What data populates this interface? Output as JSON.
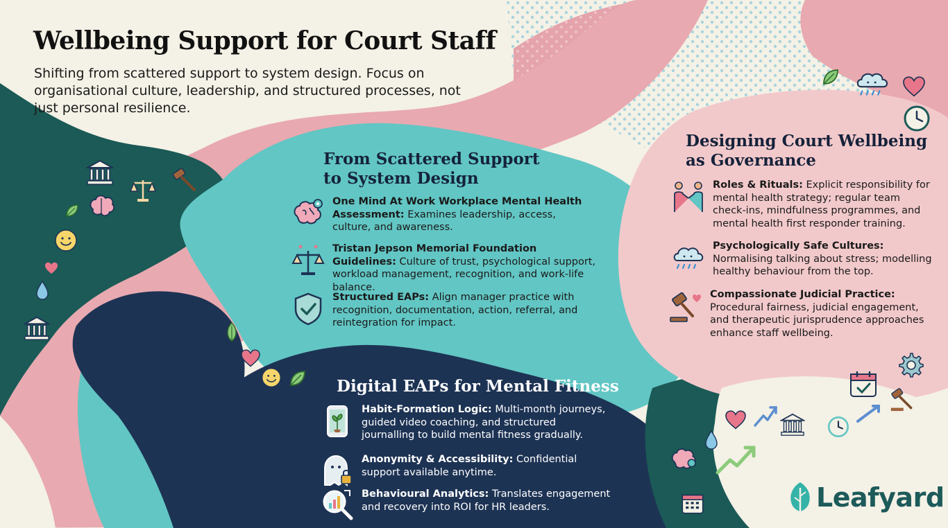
{
  "header": {
    "title": "Wellbeing Support for Court Staff",
    "subtitle": "Shifting from scattered support to system design. Focus on organisational culture, leadership, and structured processes, not just personal resilience."
  },
  "sections": {
    "system_design": {
      "title_line1": "From Scattered Support",
      "title_line2": "to System Design",
      "items": [
        {
          "icon": "brain-gear-icon",
          "heading": "One Mind At Work Workplace Mental Health Assessment:",
          "text": "Examines leadership, access, culture, and awareness."
        },
        {
          "icon": "scales-icon",
          "heading": "Tristan Jepson Memorial Foundation Guidelines:",
          "text": "Culture of trust, psychological support, workload management, recognition, and work-life balance."
        },
        {
          "icon": "shield-check-icon",
          "heading": "Structured EAPs:",
          "text": "Align manager practice with recognition, documentation, action, referral, and reintegration for impact."
        }
      ]
    },
    "governance": {
      "title_line1": "Designing Court Wellbeing",
      "title_line2": "as Governance",
      "items": [
        {
          "icon": "handshake-icon",
          "heading": "Roles & Rituals:",
          "text": "Explicit responsibility for mental health strategy; regular team check-ins, mindfulness programmes, and mental health first responder training."
        },
        {
          "icon": "rain-cloud-icon",
          "heading": "Psychologically Safe Cultures:",
          "text": "Normalising talking about stress; modelling healthy behaviour from the top."
        },
        {
          "icon": "gavel-heart-icon",
          "heading": "Compassionate Judicial Practice:",
          "text": "Procedural fairness, judicial engagement, and therapeutic jurisprudence approaches enhance staff wellbeing."
        }
      ]
    },
    "digital": {
      "title": "Digital EAPs for Mental Fitness",
      "items": [
        {
          "icon": "phone-sprout-icon",
          "heading": "Habit-Formation Logic:",
          "text": "Multi-month journeys, guided video coaching, and structured journalling to build mental fitness gradually."
        },
        {
          "icon": "ghost-lock-icon",
          "heading": "Anonymity & Accessibility:",
          "text": "Confidential support available anytime."
        },
        {
          "icon": "magnifier-chart-icon",
          "heading": "Behavioural Analytics:",
          "text": "Translates engagement and recovery into ROI for HR leaders."
        }
      ]
    }
  },
  "brand": {
    "name": "Leafyard",
    "icon": "leaf-logo-icon"
  },
  "colors": {
    "background": "#f4f1e6",
    "dark_teal": "#1b5a56",
    "teal": "#62c6c4",
    "pink": "#e8a9b0",
    "light_pink": "#f2c9cb",
    "navy": "#1d3354",
    "brand": "#1d5a5a"
  }
}
